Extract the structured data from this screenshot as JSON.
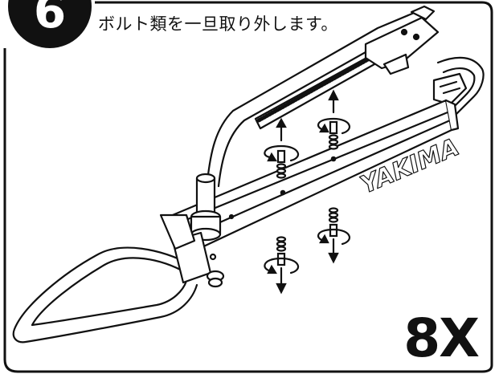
{
  "step": {
    "number": "6"
  },
  "instruction": "ボルト類を一旦取り外します。",
  "brand": "YAKIMA",
  "quantity": "8X",
  "icons": [
    "arrow-up-icon",
    "arrow-down-icon",
    "rotate-counterclockwise-icon",
    "bolt-icon",
    "washer-icon"
  ]
}
